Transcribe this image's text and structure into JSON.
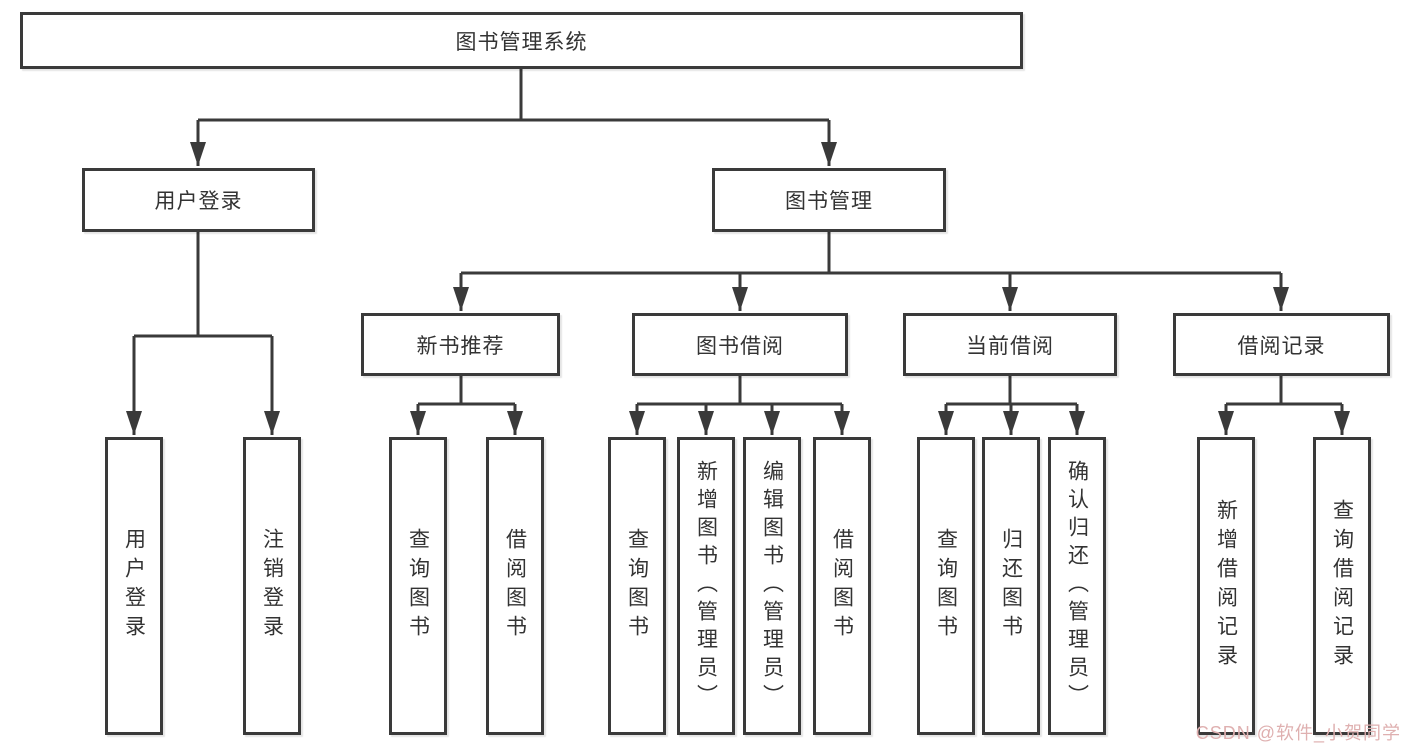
{
  "diagram": {
    "title": "图书管理系统",
    "root": {
      "label": "图书管理系统"
    },
    "level2": {
      "user_login": {
        "label": "用户登录"
      },
      "book_mgmt": {
        "label": "图书管理"
      }
    },
    "level3": {
      "new_book_rec": {
        "label": "新书推荐"
      },
      "book_borrow": {
        "label": "图书借阅"
      },
      "current_borrow": {
        "label": "当前借阅"
      },
      "borrow_record": {
        "label": "借阅记录"
      }
    },
    "leaves": {
      "login": {
        "label": "用户登录"
      },
      "logout": {
        "label": "注销登录"
      },
      "rec_query_book": {
        "label": "查询图书"
      },
      "rec_borrow_book": {
        "label": "借阅图书"
      },
      "bb_query_book": {
        "label": "查询图书"
      },
      "bb_add_book": {
        "label": "新增图书（管理员）"
      },
      "bb_edit_book": {
        "label": "编辑图书（管理员）"
      },
      "bb_borrow_book": {
        "label": "借阅图书"
      },
      "cb_query_book": {
        "label": "查询图书"
      },
      "cb_return_book": {
        "label": "归还图书"
      },
      "cb_confirm_return": {
        "label": "确认归还（管理员）"
      },
      "br_add_record": {
        "label": "新增借阅记录"
      },
      "br_query_record": {
        "label": "查询借阅记录"
      }
    }
  },
  "watermark": {
    "text": "CSDN @软件_小贺同学"
  },
  "colors": {
    "line": "#3a3a3a",
    "box_border": "#3a3a3a",
    "box_fill": "#ffffff",
    "text": "#333333",
    "watermark": "#dfb0b0",
    "background": "#ffffff"
  }
}
